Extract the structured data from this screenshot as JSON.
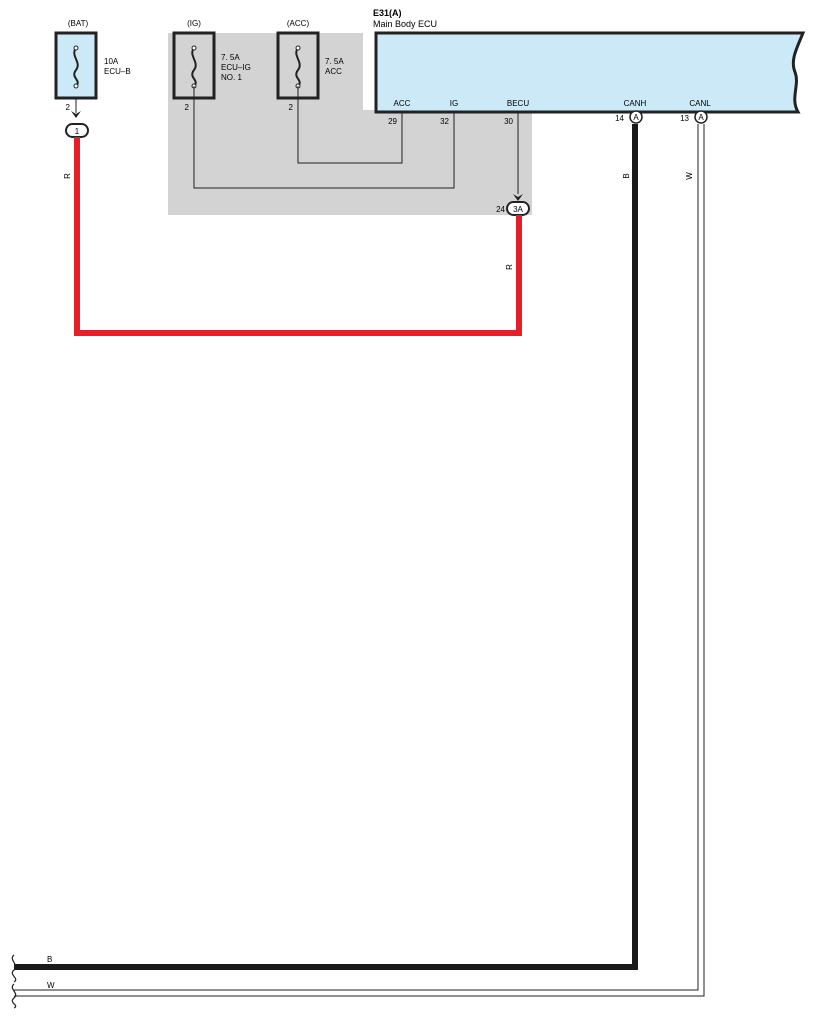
{
  "fuses": [
    {
      "source": "(BAT)",
      "pin": "2",
      "rating": "10A",
      "name": "ECU–B",
      "name2": ""
    },
    {
      "source": "(IG)",
      "pin": "2",
      "rating": "7. 5A",
      "name": "ECU–IG",
      "name2": "NO. 1"
    },
    {
      "source": "(ACC)",
      "pin": "2",
      "rating": "7. 5A",
      "name": "ACC",
      "name2": ""
    }
  ],
  "ecu": {
    "code": "E31(A)",
    "name": "Main Body ECU",
    "terminals": [
      {
        "label": "ACC",
        "pin": "29"
      },
      {
        "label": "IG",
        "pin": "32"
      },
      {
        "label": "BECU",
        "pin": "30"
      },
      {
        "label": "CANH",
        "pin": "14",
        "connector": "A"
      },
      {
        "label": "CANL",
        "pin": "13",
        "connector": "A"
      }
    ]
  },
  "connectors": {
    "bat_junction": "1",
    "becu_junction": {
      "id": "3A",
      "pin": "24"
    }
  },
  "wires": {
    "bat_wire_color": "R",
    "becu_wire_color": "R",
    "canh_wire_color": "B",
    "canl_wire_color": "W",
    "bottom_b_label": "B",
    "bottom_w_label": "W"
  },
  "colors": {
    "fuse_fill": "#cce9f7",
    "ecu_fill": "#cce9f7",
    "shade": "#d3d3d3",
    "red_wire": "#e61e27",
    "black_wire": "#1a1a1a"
  }
}
